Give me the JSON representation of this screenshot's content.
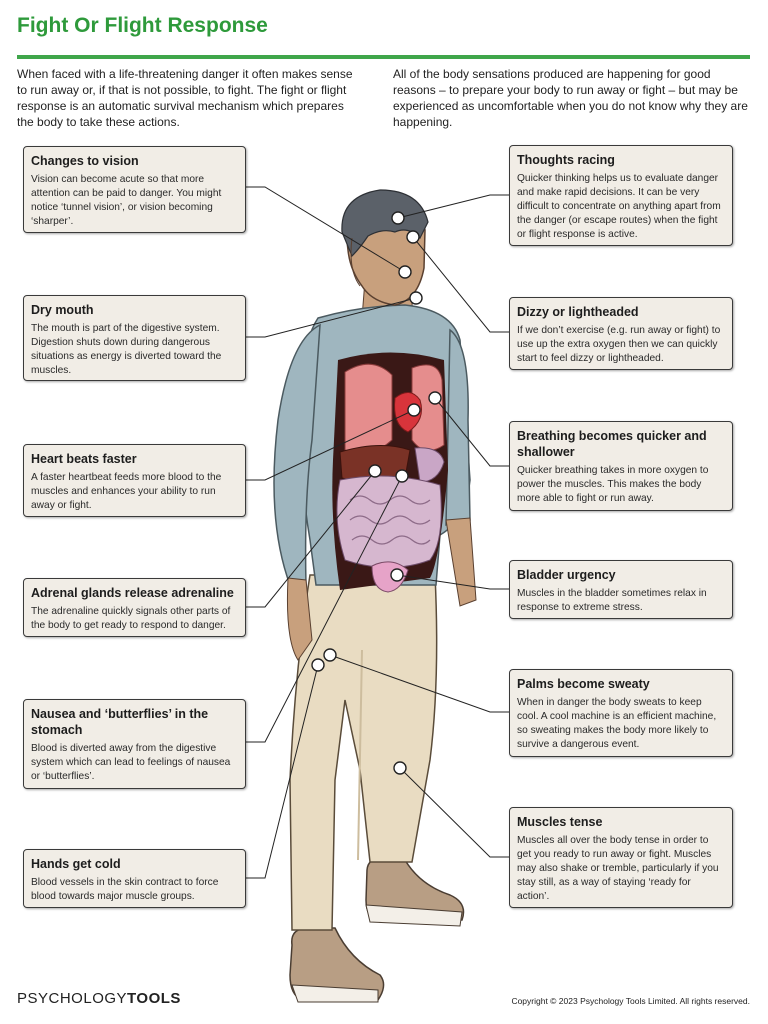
{
  "title": "Fight Or Flight Response",
  "intro_left": "When faced with a life-threatening danger it often makes sense to run away or, if that is not possible, to fight. The fight or flight response is an automatic survival mechanism which prepares the body to take these actions.",
  "intro_right": "All of the body sensations produced are happening for good reasons – to prepare your body to run away or fight – but may be experienced as uncomfortable when you do not know why they are happening.",
  "cards": [
    {
      "title": "Changes to vision",
      "text": "Vision can become acute so that more attention can be paid to danger. You might notice ‘tunnel vision’, or vision becoming ‘sharper’."
    },
    {
      "title": "Dry mouth",
      "text": "The mouth is part of the digestive system. Digestion shuts down during dangerous situations as energy is diverted toward the muscles."
    },
    {
      "title": "Heart beats faster",
      "text": "A faster heartbeat feeds more blood to the muscles and enhances your ability to run away or fight."
    },
    {
      "title": "Adrenal glands release adrenaline",
      "text": "The adrenaline quickly signals other parts of the body to get ready to respond to danger."
    },
    {
      "title": "Nausea and ‘butterflies’ in the stomach",
      "text": "Blood is diverted away from the digestive system which can lead to feelings of nausea or ‘butterflies’."
    },
    {
      "title": "Hands get cold",
      "text": "Blood vessels in the skin contract to force blood towards major muscle groups."
    },
    {
      "title": "Thoughts racing",
      "text": "Quicker thinking helps us to evaluate danger and make rapid decisions. It can be very difficult to concentrate on anything apart from the danger (or escape routes) when the fight or flight response is active."
    },
    {
      "title": "Dizzy or lightheaded",
      "text": "If we don’t exercise (e.g. run away or fight) to use up the extra oxygen then we can quickly start to feel dizzy or lightheaded."
    },
    {
      "title": "Breathing becomes quicker and shallower",
      "text": "Quicker breathing takes in more oxygen to power the muscles. This makes the body more able to fight or run away."
    },
    {
      "title": "Bladder urgency",
      "text": "Muscles in the bladder sometimes relax in response to extreme stress."
    },
    {
      "title": "Palms become sweaty",
      "text": "When in danger the body sweats to keep cool.  A cool machine is an efficient machine, so sweating makes the body more likely to survive a dangerous event."
    },
    {
      "title": "Muscles tense",
      "text": "Muscles all over the body tense in order to get you ready to run away or fight. Muscles may also shake or tremble, particularly if you stay still, as a way of staying ‘ready for action’."
    }
  ],
  "footer": {
    "logo_left": "PSYCHOLOGY",
    "logo_right": "TOOLS",
    "copyright": "Copyright © 2023 Psychology Tools Limited. All rights reserved."
  },
  "colors": {
    "brand_green": "#2e9a3b",
    "card_bg": "#f1ede6"
  }
}
